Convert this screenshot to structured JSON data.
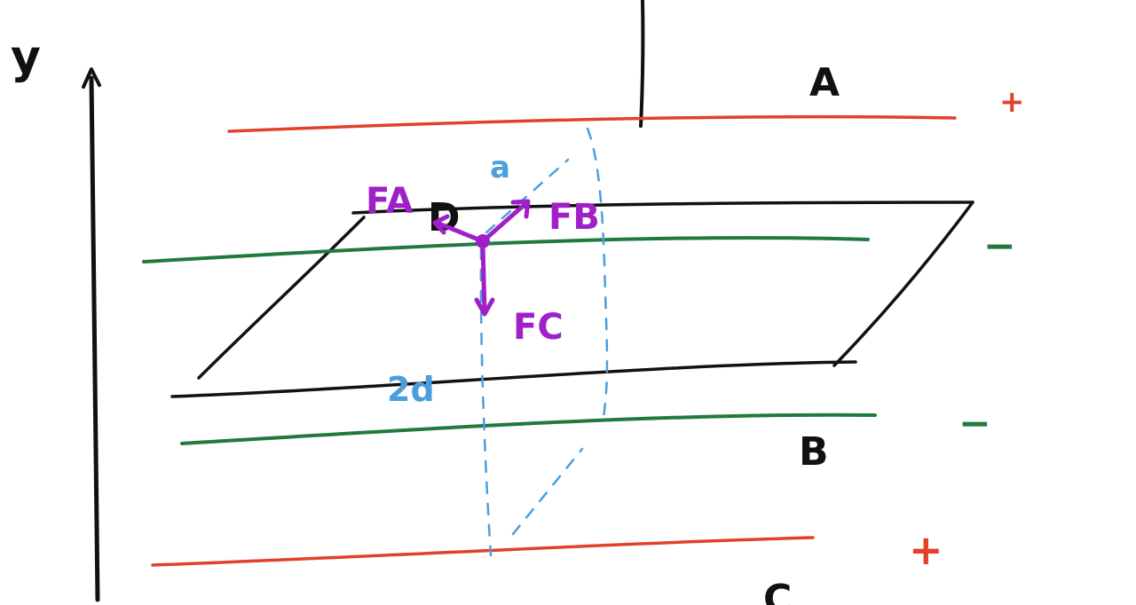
{
  "labels": {
    "y_axis": "y",
    "line_a": "A",
    "line_b": "B",
    "line_c": "C",
    "sign_a": "+",
    "sign_upper_green": "−",
    "sign_b": "−",
    "sign_c": "+",
    "point_d": "D",
    "length_a": "a",
    "length_2d": "2d",
    "force_a": "FA",
    "force_b": "FB",
    "force_c": "FC"
  },
  "colors": {
    "ink": "#111111",
    "positive_line": "#e2402b",
    "negative_line": "#1f7a3c",
    "force": "#a020c8",
    "dimension": "#4a9fdc"
  }
}
